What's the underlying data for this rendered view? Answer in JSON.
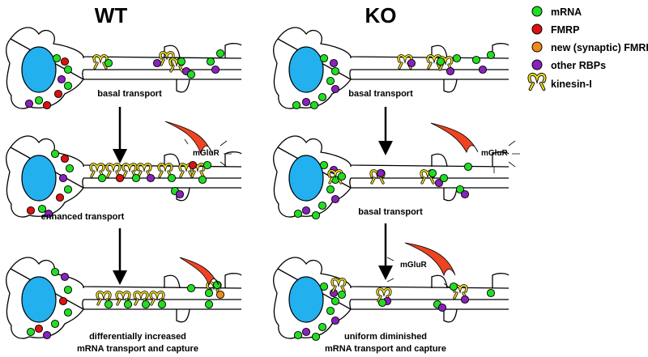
{
  "titles": {
    "wt": "WT",
    "ko": "KO"
  },
  "captions": {
    "wt_1": "basal transport",
    "wt_2": "enhanced transport",
    "wt_3_line1": "differentially increased",
    "wt_3_line2": "mRNA transport and capture",
    "ko_1": "basal transport",
    "ko_2": "basal transport",
    "ko_3_line1": "uniform diminished",
    "ko_3_line2": "mRNA transport and capture"
  },
  "receptor_label": "mGluR",
  "legend": [
    {
      "label": "mRNA",
      "color": "#22dd22",
      "symbol": "dot"
    },
    {
      "label": "FMRP",
      "color": "#dd1111",
      "symbol": "dot"
    },
    {
      "label": "new (synaptic) FMRP",
      "color": "#f08a18",
      "symbol": "dot"
    },
    {
      "label": "other RBPs",
      "color": "#8822bb",
      "symbol": "dot"
    },
    {
      "label": "kinesin-I",
      "color": "#f4e21a",
      "symbol": "motor"
    }
  ],
  "colors": {
    "nucleus": "#22b0ee",
    "mrna": "#22dd22",
    "fmrp": "#dd1111",
    "synaptic_fmrp": "#f08a18",
    "rbp": "#8822bb",
    "kinesin": "#f4e21a",
    "axon_terminal": "#ee4422"
  }
}
